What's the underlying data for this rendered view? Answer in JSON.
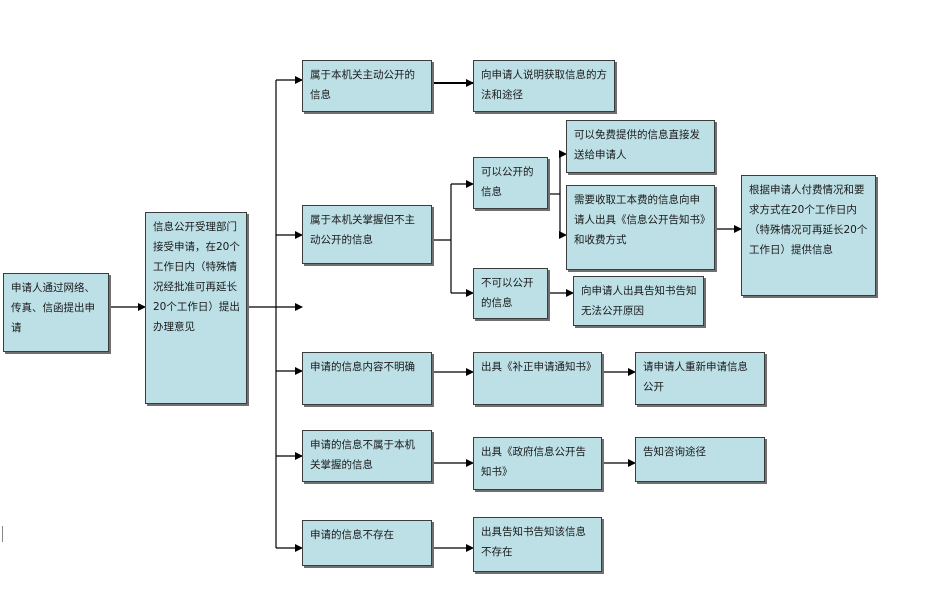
{
  "diagram": {
    "start": "申请人通过网络、传真、信函提出申请",
    "receive": "信息公开受理部门接受申请，在20个工作日内（特殊情况经批准可再延长20个工作日）提出办理意见",
    "b1": "属于本机关主动公开的信息",
    "b1_r": "向申请人说明获取信息的方法和途径",
    "b2": "属于本机关掌握但不主动公开的信息",
    "b2_yes": "可以公开的信息",
    "b2_yes_free": "可以免费提供的信息直接发送给申请人",
    "b2_yes_fee": "需要收取工本费的信息向申请人出具《信息公开告知书》和收费方式",
    "b2_fee_r": "根据申请人付费情况和要求方式在20个工作日内（特殊情况可再延长20个工作日）提供信息",
    "b2_no": "不可以公开的信息",
    "b2_no_r": "向申请人出具告知书告知无法公开原因",
    "b3": "申请的信息内容不明确",
    "b3_r1": "出具《补正申请通知书》",
    "b3_r2": "请申请人重新申请信息公开",
    "b4": "申请的信息不属于本机关掌握的信息",
    "b4_r1": "出具《政府信息公开告知书》",
    "b4_r2": "告知咨询途径",
    "b5": "申请的信息不存在",
    "b5_r": "出具告知书告知该信息不存在"
  }
}
